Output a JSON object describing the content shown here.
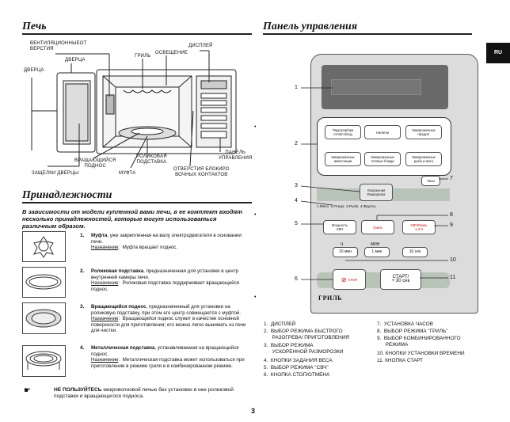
{
  "left": {
    "section_title": "Печь",
    "oven_labels": {
      "vent": "ВЕНТИЛЯЦИОННЫЕОТ\nВЕРСТИЯ",
      "door_top": "ДВЕРЦА",
      "door_left": "ДВЕРЦА",
      "grill": "ГРИЛЬ",
      "light": "ОСВЕЩЕНИЕ",
      "display": "ДИСПЛЕЙ",
      "rotating_support": "ВРАЩАЮЩИЙСЯ\nПОДНОС",
      "roller": "РОЛИКОВАЯ\nПОДСТАВКА",
      "panel": "ПАНЕЛЬ\nУПРАВЛЕНИЯ",
      "latches": "ЗАЩЕЛКИ ДВЕРЦЫ",
      "coupler": "МУФТА",
      "interlock": "ОТВЕРСТИЯ БЛОКИРО\nВОЧНЫХ КОНТАКТОВ"
    },
    "accessories_title": "Принадлежности",
    "intro": "В зависимости от модели купленной вами печи, в ее комплект входят несколько принадлежностей, которые могут использоваться различным образом.",
    "items": [
      {
        "num": "1.",
        "name": "Муфта",
        "text": ", уже закрепленная на валу электродвигателя в основании печи.",
        "purpose_label": "Назначение",
        "purpose": "Муфта вращает поднос."
      },
      {
        "num": "2.",
        "name": "Роликовая подставка",
        "text": ", предназначенная для установки в центр внутренней камеры печи.",
        "purpose_label": "Назначение",
        "purpose": "Роликовая подставка поддерживает вращающийся поднос."
      },
      {
        "num": "3.",
        "name": "Вращающийся поднос",
        "text": ", предназначенный для установки на роликовую подставку, при этом его центр совмещается с муфтой.",
        "purpose_label": "Назначение",
        "purpose": "Вращающийся поднос служит в качестве основной поверхности для приготовления; его можно легко вынимать из печи для чистки."
      },
      {
        "num": "4.",
        "name": "Металлическая подставка",
        "text": ", устанавливаемая на вращающийся поднос.",
        "purpose_label": "Назначение",
        "purpose": "Металлическая подставка может использоваться при приготовлении в режиме гриля и в комбинированном режиме."
      }
    ],
    "warning_strong": "НЕ ПОЛЬЗУЙТЕСЬ",
    "warning_rest": " микроволновой печью без установки в нее роликовой подставки и вращающегося подноса."
  },
  "right": {
    "section_title": "Панель управления",
    "lang_tab": "RU",
    "panel": {
      "btn_quick": "Подогрев/при\nготовл.блюд",
      "btn_thaw": "Напитки",
      "btn_frozen": "Замороженные\nпродукт",
      "btn_fz1": "Замороженные\nинвестиции",
      "btn_fz2": "Замороженные\nготовые блюда",
      "btn_fz3": "Замороженные\nрыба и мясо",
      "btn_clock": "Часы",
      "defrost": "Ускоренная\nРазморозка",
      "weight_row": "1.Мясо  2.Птица  3.Рыба  4.Фрукты",
      "btn_power": "Мощность\nСВЧ",
      "btn_grill": "Гриль",
      "btn_combo": "СВЧ/Гриль\n1-2-3",
      "btn_10min": "10 мин",
      "btn_1min": "1 мин",
      "btn_10sec": "10 сек",
      "lbl_ch": "Ч",
      "lbl_min": "МИН",
      "btn_stop": "СТОП",
      "btn_start": "СТАРТ/\n+ 30 сек",
      "brand": "ГРИЛЬ"
    },
    "callouts": [
      "1",
      "2",
      "3",
      "4",
      "5",
      "6",
      "7",
      "8",
      "9",
      "10",
      "11"
    ],
    "legend_left": [
      "1.  ДИСПЛЕЙ",
      "2.  ВЫБОР РЕЖИМА БЫСТРОГО\n      РАЗОГРЕВА/ ПРИГОТОВЛЕНИЯ",
      "3.  ВЫБОР РЕЖИМА\n      УСКОРЕННОЙ РАЗМОРОЗКИ",
      "4.  КНОПКИ ЗАДАНИЯ ВЕСА",
      "5.  ВЫБОР РЕЖИМА \"СВЧ\"",
      "6.  КНОПКА СТОП/ОТМЕНА"
    ],
    "legend_right": [
      "7.  УСТАНОВКА ЧАСОВ",
      "8.  ВЫБОР РЕЖИМА \"ГРИЛЬ\"",
      "9.  ВЫБОР КОМБИНИРОВАННОГО\n      РЕЖИМА",
      "10. КНОПКИ УСТАНОВКИ ВРЕМЕНИ",
      "11. КНОПКА СТАРТ"
    ]
  },
  "page_number": "3"
}
